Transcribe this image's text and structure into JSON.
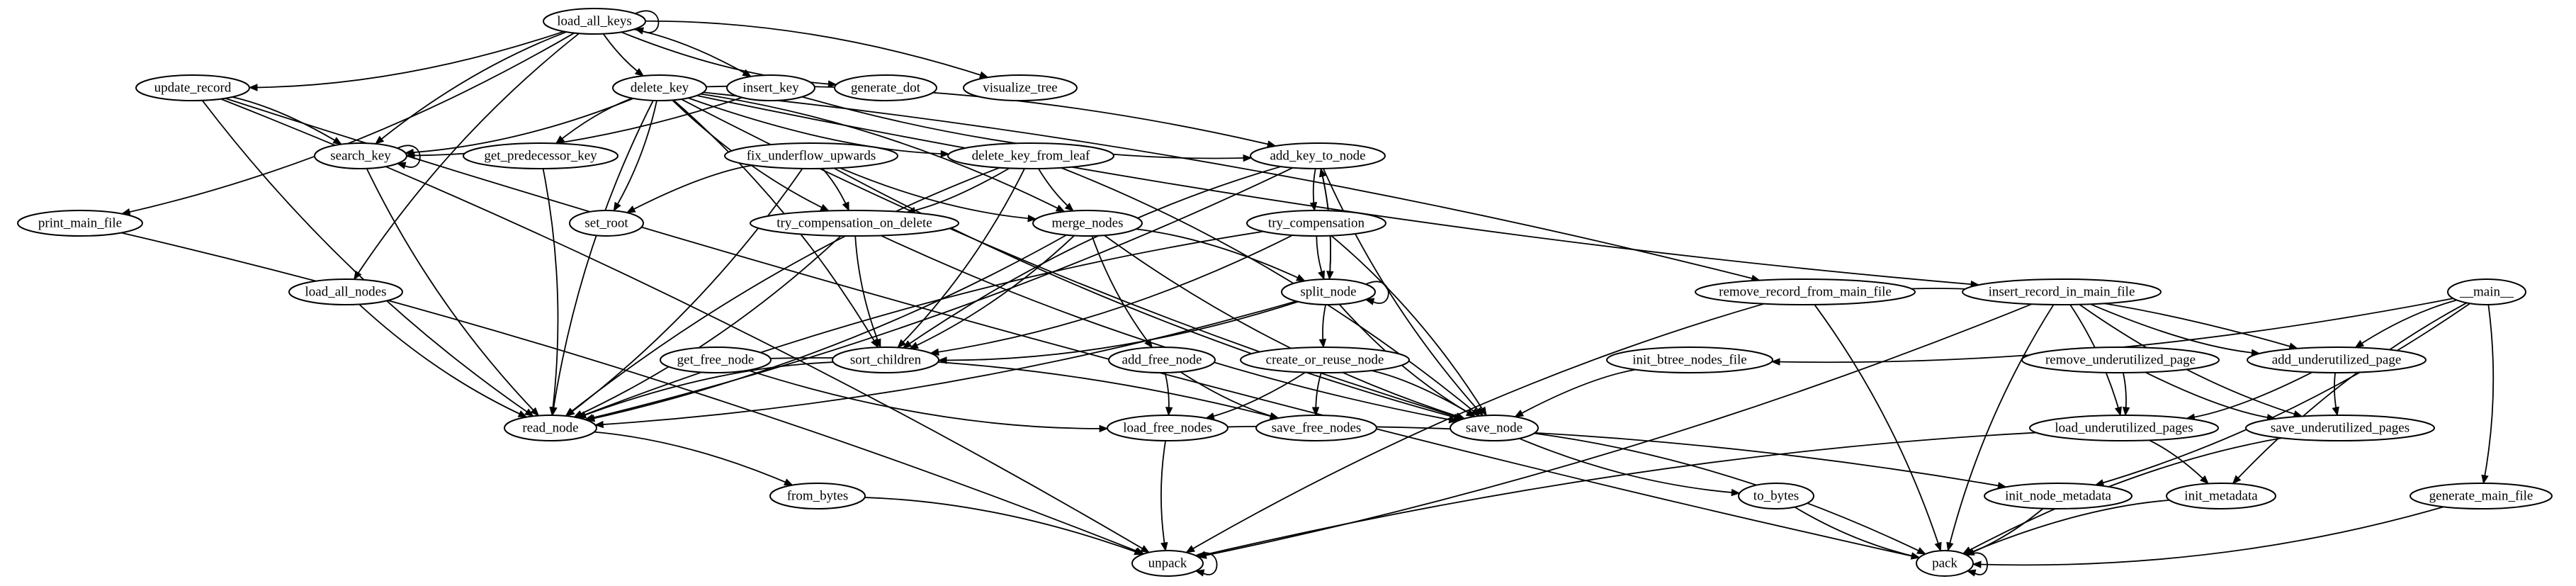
{
  "diagram": {
    "type": "directed-call-graph",
    "colors": {
      "background": "#ffffff",
      "stroke": "#000000",
      "text": "#000000"
    },
    "nodes": [
      {
        "id": "load_all_keys",
        "label": "load_all_keys"
      },
      {
        "id": "update_record",
        "label": "update_record"
      },
      {
        "id": "delete_key",
        "label": "delete_key"
      },
      {
        "id": "insert_key",
        "label": "insert_key"
      },
      {
        "id": "generate_dot",
        "label": "generate_dot"
      },
      {
        "id": "visualize_tree",
        "label": "visualize_tree"
      },
      {
        "id": "search_key",
        "label": "search_key"
      },
      {
        "id": "get_predecessor_key",
        "label": "get_predecessor_key"
      },
      {
        "id": "fix_underflow_upwards",
        "label": "fix_underflow_upwards"
      },
      {
        "id": "delete_key_from_leaf",
        "label": "delete_key_from_leaf"
      },
      {
        "id": "add_key_to_node",
        "label": "add_key_to_node"
      },
      {
        "id": "print_main_file",
        "label": "print_main_file"
      },
      {
        "id": "set_root",
        "label": "set_root"
      },
      {
        "id": "try_compensation_on_delete",
        "label": "try_compensation_on_delete"
      },
      {
        "id": "merge_nodes",
        "label": "merge_nodes"
      },
      {
        "id": "try_compensation",
        "label": "try_compensation"
      },
      {
        "id": "load_all_nodes",
        "label": "load_all_nodes"
      },
      {
        "id": "split_node",
        "label": "split_node"
      },
      {
        "id": "remove_record_from_main_file",
        "label": "remove_record_from_main_file"
      },
      {
        "id": "insert_record_in_main_file",
        "label": "insert_record_in_main_file"
      },
      {
        "id": "__main__",
        "label": "__main__"
      },
      {
        "id": "get_free_node",
        "label": "get_free_node"
      },
      {
        "id": "sort_children",
        "label": "sort_children"
      },
      {
        "id": "add_free_node",
        "label": "add_free_node"
      },
      {
        "id": "create_or_reuse_node",
        "label": "create_or_reuse_node"
      },
      {
        "id": "init_btree_nodes_file",
        "label": "init_btree_nodes_file"
      },
      {
        "id": "remove_underutilized_page",
        "label": "remove_underutilized_page"
      },
      {
        "id": "add_underutilized_page",
        "label": "add_underutilized_page"
      },
      {
        "id": "read_node",
        "label": "read_node"
      },
      {
        "id": "load_free_nodes",
        "label": "load_free_nodes"
      },
      {
        "id": "save_free_nodes",
        "label": "save_free_nodes"
      },
      {
        "id": "save_node",
        "label": "save_node"
      },
      {
        "id": "load_underutilized_pages",
        "label": "load_underutilized_pages"
      },
      {
        "id": "save_underutilized_pages",
        "label": "save_underutilized_pages"
      },
      {
        "id": "from_bytes",
        "label": "from_bytes"
      },
      {
        "id": "to_bytes",
        "label": "to_bytes"
      },
      {
        "id": "init_node_metadata",
        "label": "init_node_metadata"
      },
      {
        "id": "init_metadata",
        "label": "init_metadata"
      },
      {
        "id": "generate_main_file",
        "label": "generate_main_file"
      },
      {
        "id": "unpack",
        "label": "unpack"
      },
      {
        "id": "pack",
        "label": "pack"
      }
    ],
    "edges": [
      [
        "load_all_keys",
        "load_all_keys"
      ],
      [
        "load_all_keys",
        "update_record"
      ],
      [
        "load_all_keys",
        "delete_key"
      ],
      [
        "load_all_keys",
        "insert_key"
      ],
      [
        "load_all_keys",
        "generate_dot"
      ],
      [
        "load_all_keys",
        "visualize_tree"
      ],
      [
        "load_all_keys",
        "search_key"
      ],
      [
        "load_all_keys",
        "print_main_file"
      ],
      [
        "load_all_keys",
        "load_all_nodes"
      ],
      [
        "update_record",
        "search_key"
      ],
      [
        "update_record",
        "read_node"
      ],
      [
        "update_record",
        "unpack"
      ],
      [
        "update_record",
        "pack"
      ],
      [
        "delete_key",
        "search_key"
      ],
      [
        "delete_key",
        "get_predecessor_key"
      ],
      [
        "delete_key",
        "set_root"
      ],
      [
        "delete_key",
        "read_node"
      ],
      [
        "delete_key",
        "sort_children"
      ],
      [
        "delete_key",
        "delete_key_from_leaf"
      ],
      [
        "delete_key",
        "add_key_to_node"
      ],
      [
        "delete_key",
        "try_compensation_on_delete"
      ],
      [
        "delete_key",
        "merge_nodes"
      ],
      [
        "delete_key",
        "save_node"
      ],
      [
        "delete_key",
        "remove_record_from_main_file"
      ],
      [
        "delete_key",
        "insert_record_in_main_file"
      ],
      [
        "insert_key",
        "search_key"
      ],
      [
        "insert_key",
        "add_key_to_node"
      ],
      [
        "search_key",
        "search_key"
      ],
      [
        "search_key",
        "read_node"
      ],
      [
        "get_predecessor_key",
        "read_node"
      ],
      [
        "fix_underflow_upwards",
        "set_root"
      ],
      [
        "fix_underflow_upwards",
        "try_compensation_on_delete"
      ],
      [
        "fix_underflow_upwards",
        "merge_nodes"
      ],
      [
        "fix_underflow_upwards",
        "read_node"
      ],
      [
        "fix_underflow_upwards",
        "save_node"
      ],
      [
        "delete_key_from_leaf",
        "try_compensation_on_delete"
      ],
      [
        "delete_key_from_leaf",
        "merge_nodes"
      ],
      [
        "delete_key_from_leaf",
        "sort_children"
      ],
      [
        "delete_key_from_leaf",
        "read_node"
      ],
      [
        "delete_key_from_leaf",
        "save_node"
      ],
      [
        "add_key_to_node",
        "try_compensation"
      ],
      [
        "add_key_to_node",
        "split_node"
      ],
      [
        "add_key_to_node",
        "sort_children"
      ],
      [
        "add_key_to_node",
        "read_node"
      ],
      [
        "add_key_to_node",
        "save_node"
      ],
      [
        "print_main_file",
        "unpack"
      ],
      [
        "try_compensation_on_delete",
        "sort_children"
      ],
      [
        "try_compensation_on_delete",
        "read_node"
      ],
      [
        "try_compensation_on_delete",
        "save_node"
      ],
      [
        "merge_nodes",
        "sort_children"
      ],
      [
        "merge_nodes",
        "add_free_node"
      ],
      [
        "merge_nodes",
        "read_node"
      ],
      [
        "merge_nodes",
        "save_node"
      ],
      [
        "merge_nodes",
        "split_node"
      ],
      [
        "try_compensation",
        "split_node"
      ],
      [
        "try_compensation",
        "sort_children"
      ],
      [
        "try_compensation",
        "read_node"
      ],
      [
        "try_compensation",
        "save_node"
      ],
      [
        "load_all_nodes",
        "read_node"
      ],
      [
        "split_node",
        "split_node"
      ],
      [
        "split_node",
        "add_key_to_node"
      ],
      [
        "split_node",
        "sort_children"
      ],
      [
        "split_node",
        "create_or_reuse_node"
      ],
      [
        "split_node",
        "read_node"
      ],
      [
        "split_node",
        "save_node"
      ],
      [
        "remove_record_from_main_file",
        "add_underutilized_page"
      ],
      [
        "remove_record_from_main_file",
        "unpack"
      ],
      [
        "remove_record_from_main_file",
        "pack"
      ],
      [
        "insert_record_in_main_file",
        "add_underutilized_page"
      ],
      [
        "insert_record_in_main_file",
        "load_underutilized_pages"
      ],
      [
        "insert_record_in_main_file",
        "save_underutilized_pages"
      ],
      [
        "insert_record_in_main_file",
        "unpack"
      ],
      [
        "insert_record_in_main_file",
        "pack"
      ],
      [
        "__main__",
        "init_btree_nodes_file"
      ],
      [
        "__main__",
        "add_underutilized_page"
      ],
      [
        "__main__",
        "init_node_metadata"
      ],
      [
        "__main__",
        "init_metadata"
      ],
      [
        "__main__",
        "generate_main_file"
      ],
      [
        "get_free_node",
        "load_free_nodes"
      ],
      [
        "get_free_node",
        "save_free_nodes"
      ],
      [
        "sort_children",
        "read_node"
      ],
      [
        "add_free_node",
        "load_free_nodes"
      ],
      [
        "add_free_node",
        "save_free_nodes"
      ],
      [
        "create_or_reuse_node",
        "load_free_nodes"
      ],
      [
        "create_or_reuse_node",
        "save_free_nodes"
      ],
      [
        "create_or_reuse_node",
        "save_node"
      ],
      [
        "init_btree_nodes_file",
        "save_node"
      ],
      [
        "remove_underutilized_page",
        "load_underutilized_pages"
      ],
      [
        "remove_underutilized_page",
        "save_underutilized_pages"
      ],
      [
        "add_underutilized_page",
        "load_underutilized_pages"
      ],
      [
        "add_underutilized_page",
        "save_underutilized_pages"
      ],
      [
        "read_node",
        "from_bytes"
      ],
      [
        "load_free_nodes",
        "unpack"
      ],
      [
        "load_free_nodes",
        "init_node_metadata"
      ],
      [
        "save_node",
        "to_bytes"
      ],
      [
        "save_node",
        "pack"
      ],
      [
        "load_underutilized_pages",
        "unpack"
      ],
      [
        "load_underutilized_pages",
        "init_metadata"
      ],
      [
        "save_underutilized_pages",
        "pack"
      ],
      [
        "from_bytes",
        "unpack"
      ],
      [
        "to_bytes",
        "pack"
      ],
      [
        "init_node_metadata",
        "pack"
      ],
      [
        "init_metadata",
        "pack"
      ],
      [
        "generate_main_file",
        "pack"
      ],
      [
        "unpack",
        "unpack"
      ],
      [
        "pack",
        "pack"
      ]
    ]
  }
}
